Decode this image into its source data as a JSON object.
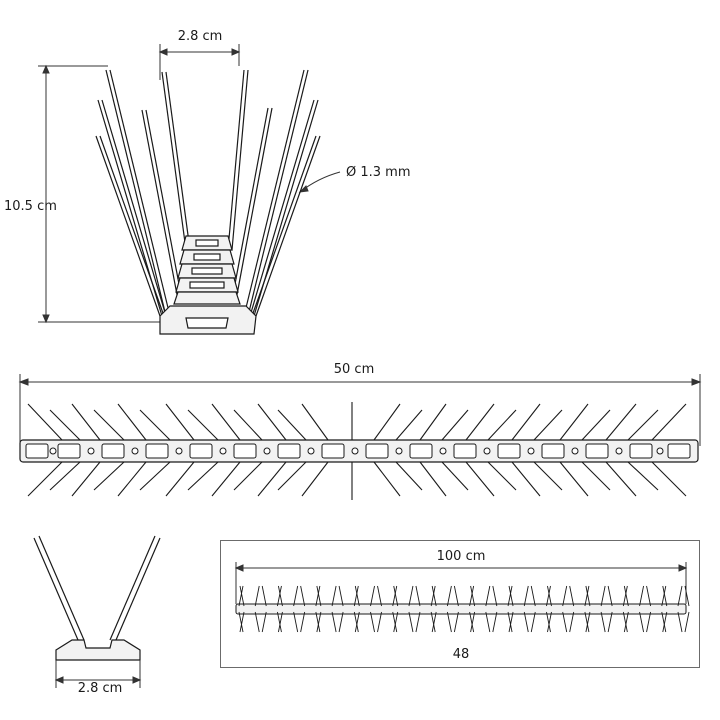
{
  "top_view": {
    "width_label": "2.8 cm",
    "height_label": "10.5 cm",
    "diameter_label": "Ø 1.3 mm"
  },
  "strip_view": {
    "length_label": "50 cm"
  },
  "end_view": {
    "width_label": "2.8 cm"
  },
  "inset": {
    "length_label": "100 cm",
    "count_label": "48"
  },
  "colors": {
    "line": "#1a1a1a",
    "dim_line": "#333333",
    "fill_light": "#f2f2f2"
  }
}
